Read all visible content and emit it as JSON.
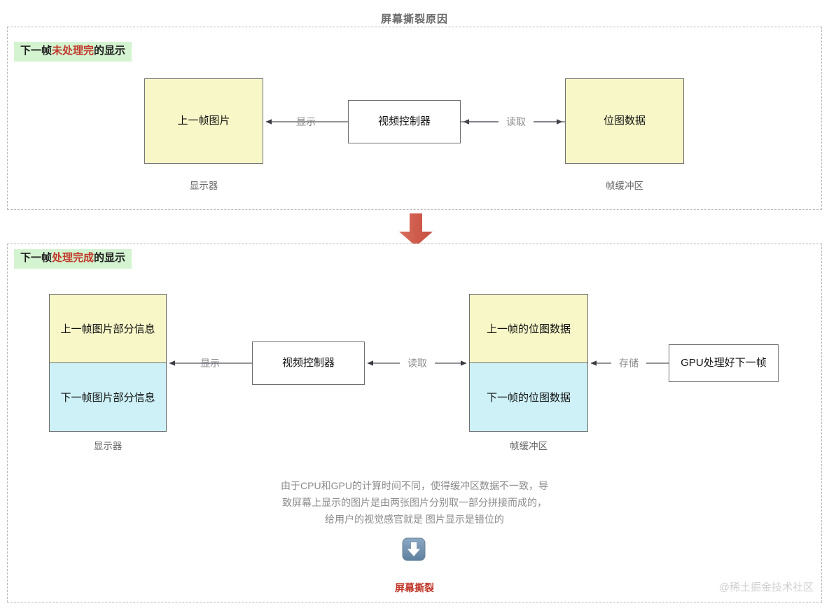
{
  "title": "屏幕撕裂原因",
  "sections": {
    "top": {
      "tag_prefix": "下一帧",
      "tag_highlight": "未处理完",
      "tag_suffix": "的显示",
      "display_box": "上一帧图片",
      "controller_box": "视频控制器",
      "buffer_box": "位图数据",
      "edge_display": "显示",
      "edge_read": "读取",
      "caption_display": "显示器",
      "caption_buffer": "帧缓冲区"
    },
    "bottom": {
      "tag_prefix": "下一帧",
      "tag_highlight": "处理完成",
      "tag_suffix": "的显示",
      "display_top": "上一帧图片部分信息",
      "display_bottom": "下一帧图片部分信息",
      "controller_box": "视频控制器",
      "buffer_top": "上一帧的位图数据",
      "buffer_bottom": "下一帧的位图数据",
      "gpu_box": "GPU处理好下一帧",
      "edge_display": "显示",
      "edge_read": "读取",
      "edge_store": "存储",
      "caption_display": "显示器",
      "caption_buffer": "帧缓冲区"
    }
  },
  "conclusion": {
    "line1": "由于CPU和GPU的计算时间不同，使得缓冲区数据不一致，导",
    "line2": "致屏幕上显示的图片是由两张图片分别取一部分拼接而成的，",
    "line3": "给用户的视觉感官就是 图片显示是错位的",
    "result": "屏幕撕裂"
  },
  "watermark": "@稀土掘金技术社区",
  "colors": {
    "yellow_fill": "#f7f7c8",
    "cyan_fill": "#cdf1f7",
    "tag_bg": "#d4f3d0",
    "highlight_text": "#c0392b",
    "red_arrow": "#d9665a",
    "badge_blue": "#6f8fae"
  }
}
